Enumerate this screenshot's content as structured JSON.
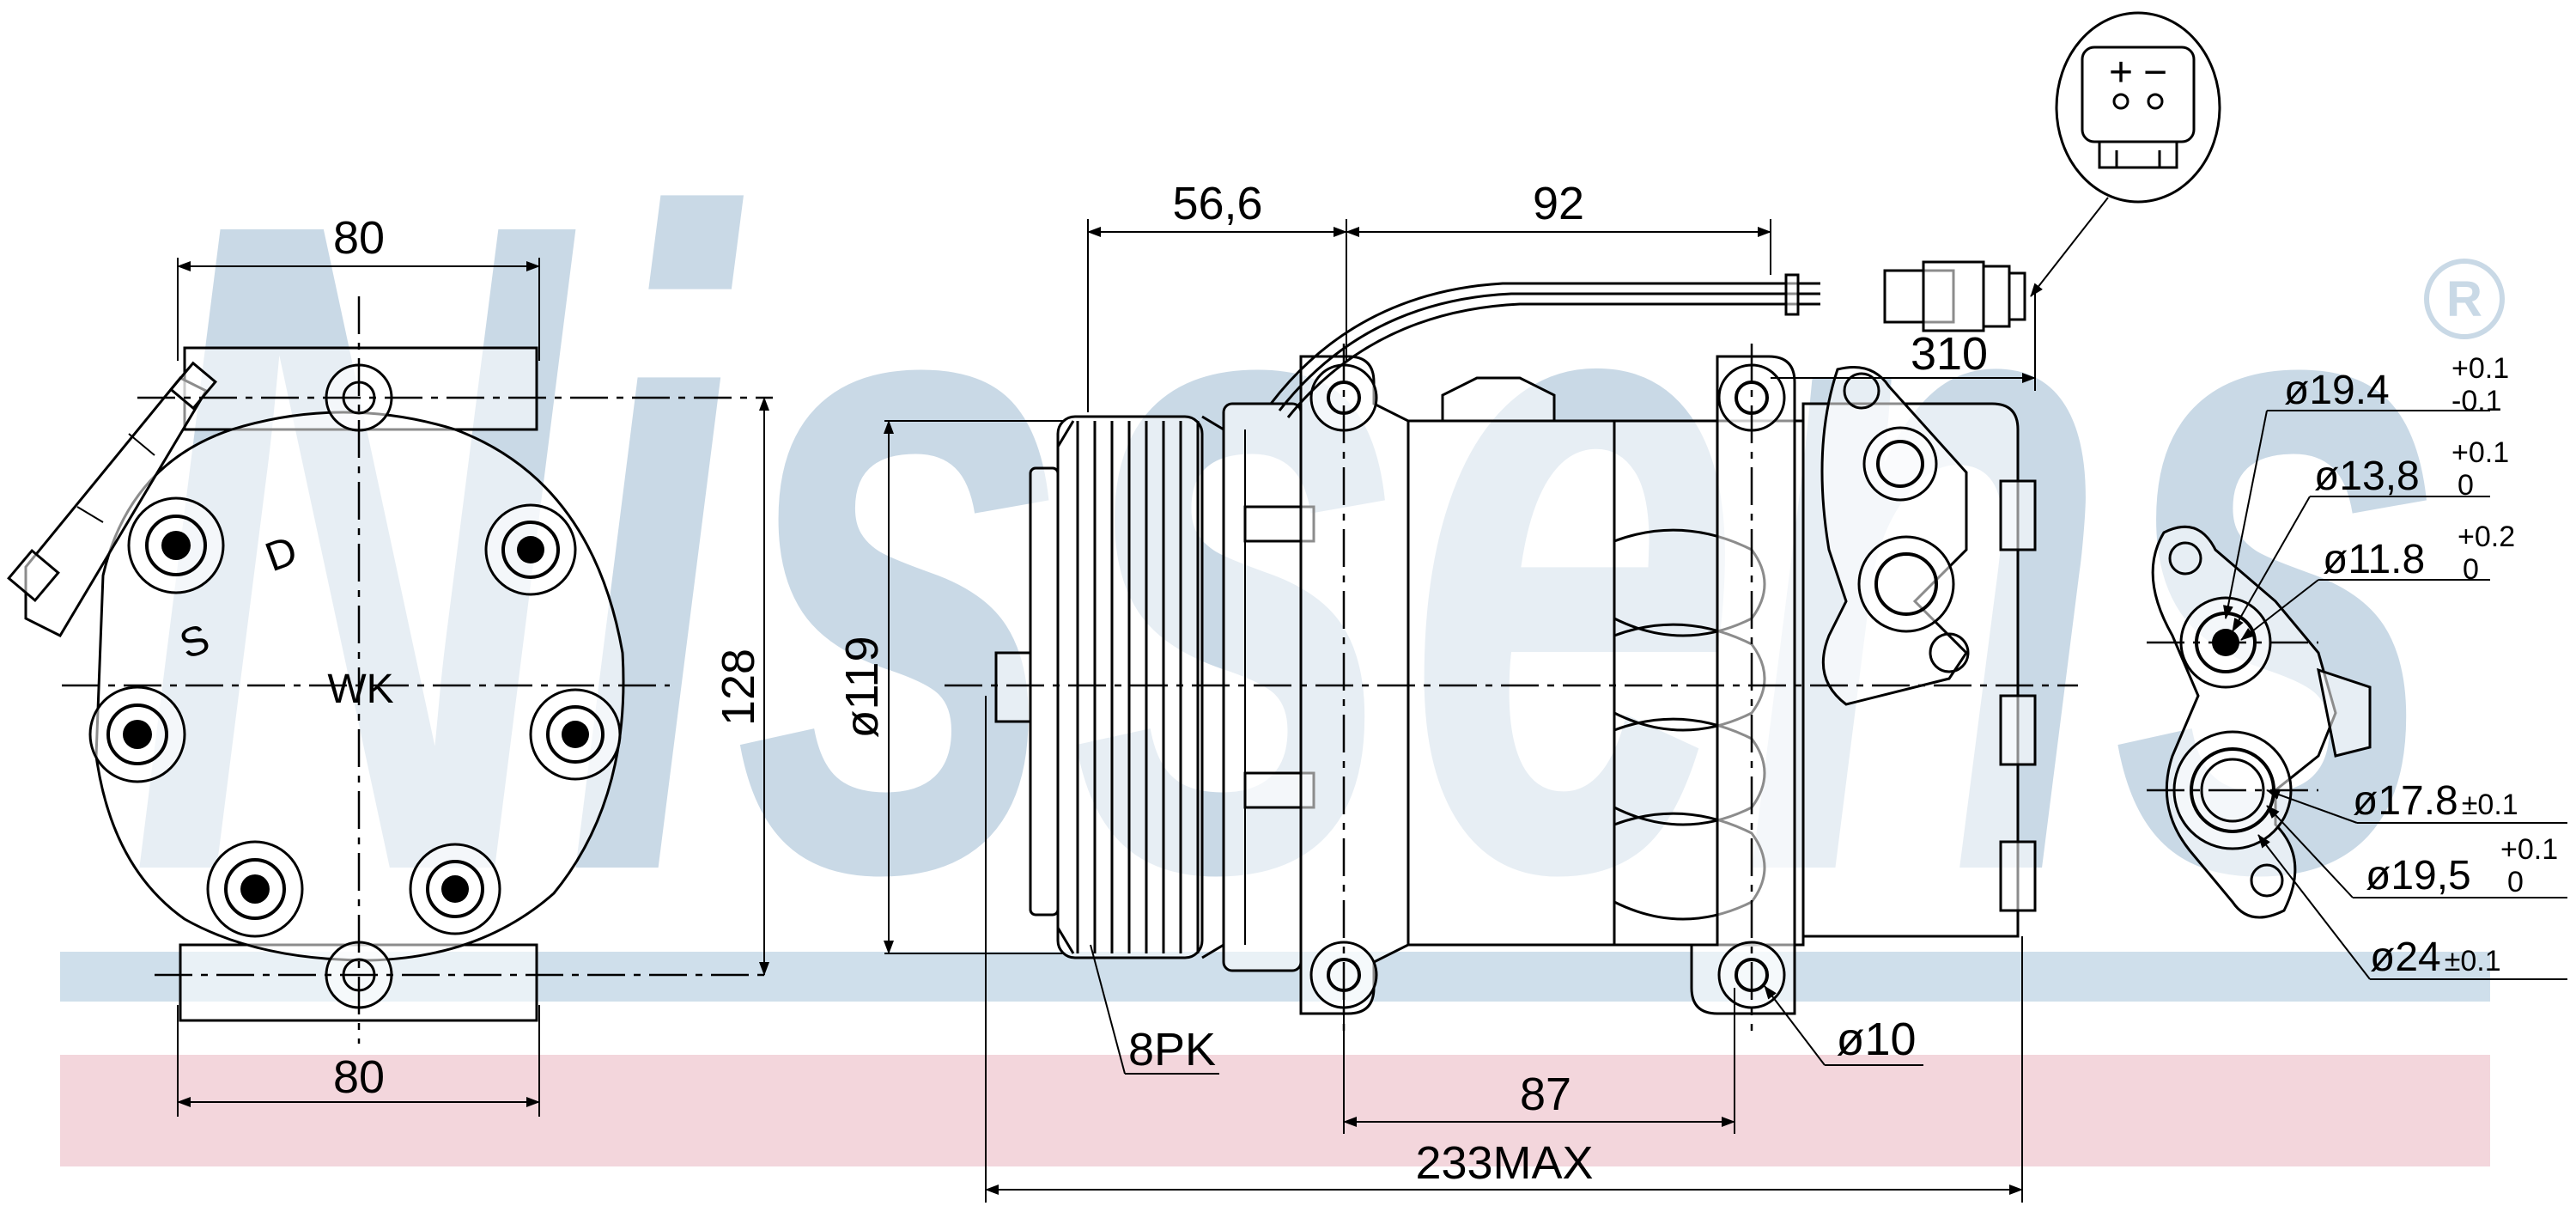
{
  "brand": {
    "watermark": "Nissens",
    "registered_mark": "®",
    "watermark_color": "#c9d9e6",
    "band_blue": "#cfdfeb",
    "band_pink": "#f3d6dc"
  },
  "side_view": {
    "width_top": "80",
    "width_bottom": "80",
    "height": "128",
    "port_label_s": "S",
    "port_label_d": "D",
    "center_label": "WK"
  },
  "front_view": {
    "pulley_offset": "56,6",
    "body_to_connector": "92",
    "cable_length": "310",
    "pulley_diameter": "ø119",
    "belt_type": "8PK",
    "mount_hole": "ø10",
    "mount_spacing": "87",
    "overall_length": "233MAX"
  },
  "port_view": {
    "dims": [
      {
        "main": "ø19.4",
        "tol_upper": "+0.1",
        "tol_lower": "-0.1"
      },
      {
        "main": "ø13,8",
        "tol_upper": "+0.1",
        "tol_lower": "0"
      },
      {
        "main": "ø11.8",
        "tol_upper": "+0.2",
        "tol_lower": "0"
      },
      {
        "main": "ø17.8",
        "tol": "±0.1"
      },
      {
        "main": "ø19,5",
        "tol_upper": "+0.1",
        "tol_lower": "0"
      },
      {
        "main": "ø24",
        "tol": "±0.1"
      }
    ]
  },
  "connector": {
    "pin_plus": "+",
    "pin_minus": "−"
  }
}
